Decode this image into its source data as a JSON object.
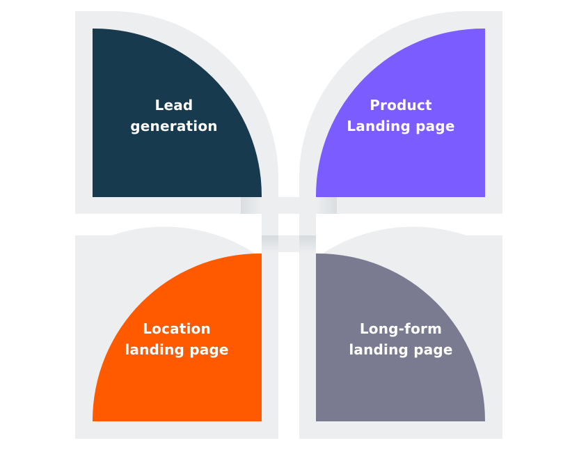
{
  "diagram": {
    "petals": [
      {
        "id": "top-left",
        "line1": "Lead",
        "line2": "generation",
        "color": "#173a4f"
      },
      {
        "id": "top-right",
        "line1": "Product",
        "line2": "Landing page",
        "color": "#7b5cff"
      },
      {
        "id": "bottom-left",
        "line1": "Location",
        "line2": "landing page",
        "color": "#ff5a00"
      },
      {
        "id": "bottom-right",
        "line1": "Long-form",
        "line2": "landing page",
        "color": "#7a7a91"
      }
    ],
    "frame_color": "#eceef0",
    "background": "#ffffff"
  }
}
